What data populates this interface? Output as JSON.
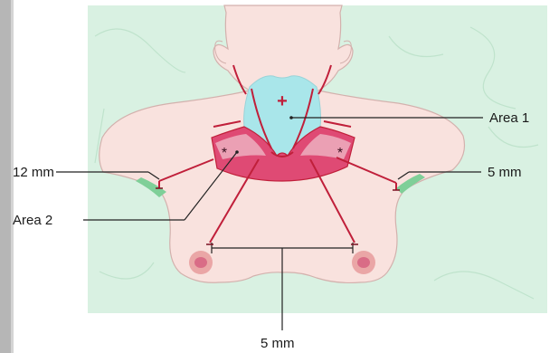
{
  "labels": {
    "area1": "Area 1",
    "area2": "Area 2",
    "left_mm": "12 mm",
    "right_mm": "5 mm",
    "bottom_mm": "5 mm"
  },
  "marks": {
    "plus": "+",
    "asterisk": "*"
  },
  "colors": {
    "background": "#d9f1e2",
    "skin": "#f9e2de",
    "skin_outline": "#d3b1ad",
    "area1_fill": "#a9e6ea",
    "area2_fill": "#df4a74",
    "area2_light": "#eba0b4",
    "incision": "#c01f3a",
    "leader": "#222222",
    "areola": "#eaa6a6",
    "nipple": "#d96c86",
    "side_bar": "#b6b6b6"
  }
}
